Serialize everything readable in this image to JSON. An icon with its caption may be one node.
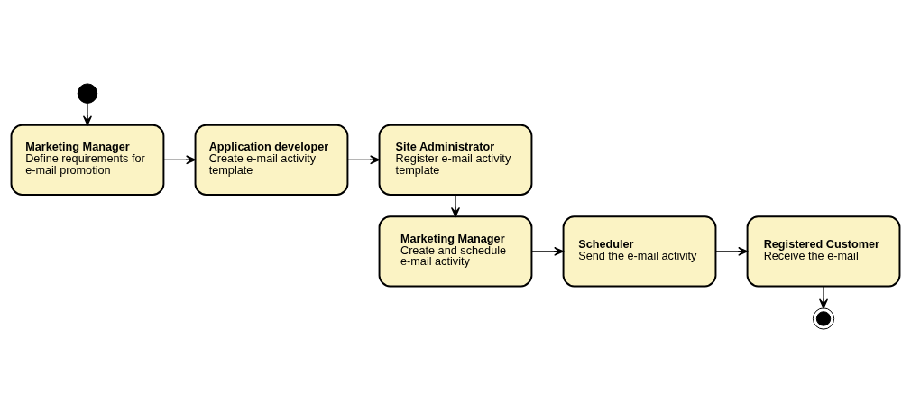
{
  "diagram": {
    "nodes": [
      {
        "text": [],
        "shape": "circle"
      },
      {
        "text": [
          "Marketing Manager",
          "Define requirements for e-mail promotion"
        ]
      },
      {
        "text": [
          "Application developer",
          "Create e-mail activity template"
        ]
      },
      {
        "text": [
          "Site Administrator",
          "Register e-mail activity template"
        ]
      },
      {
        "text": [
          "Marketing Manager",
          "Create and schedule e-mail activity"
        ]
      },
      {
        "text": [
          "Scheduler",
          "Send the e-mail activity"
        ]
      },
      {
        "text": [
          "Registered Customer",
          "Receive the e-mail"
        ]
      },
      {
        "text": [],
        "shape": "bullseye"
      }
    ],
    "edges": [
      {
        "from": 0,
        "to": 1,
        "arrow": "to"
      },
      {
        "from": 1,
        "to": 2,
        "arrow": "to"
      },
      {
        "from": 2,
        "to": 3,
        "arrow": "to"
      },
      {
        "from": 3,
        "to": 4,
        "arrow": "to"
      },
      {
        "from": 4,
        "to": 5,
        "arrow": "to"
      },
      {
        "from": 5,
        "to": 6,
        "arrow": "to"
      },
      {
        "from": 6,
        "to": 7,
        "arrow": "to"
      }
    ]
  }
}
